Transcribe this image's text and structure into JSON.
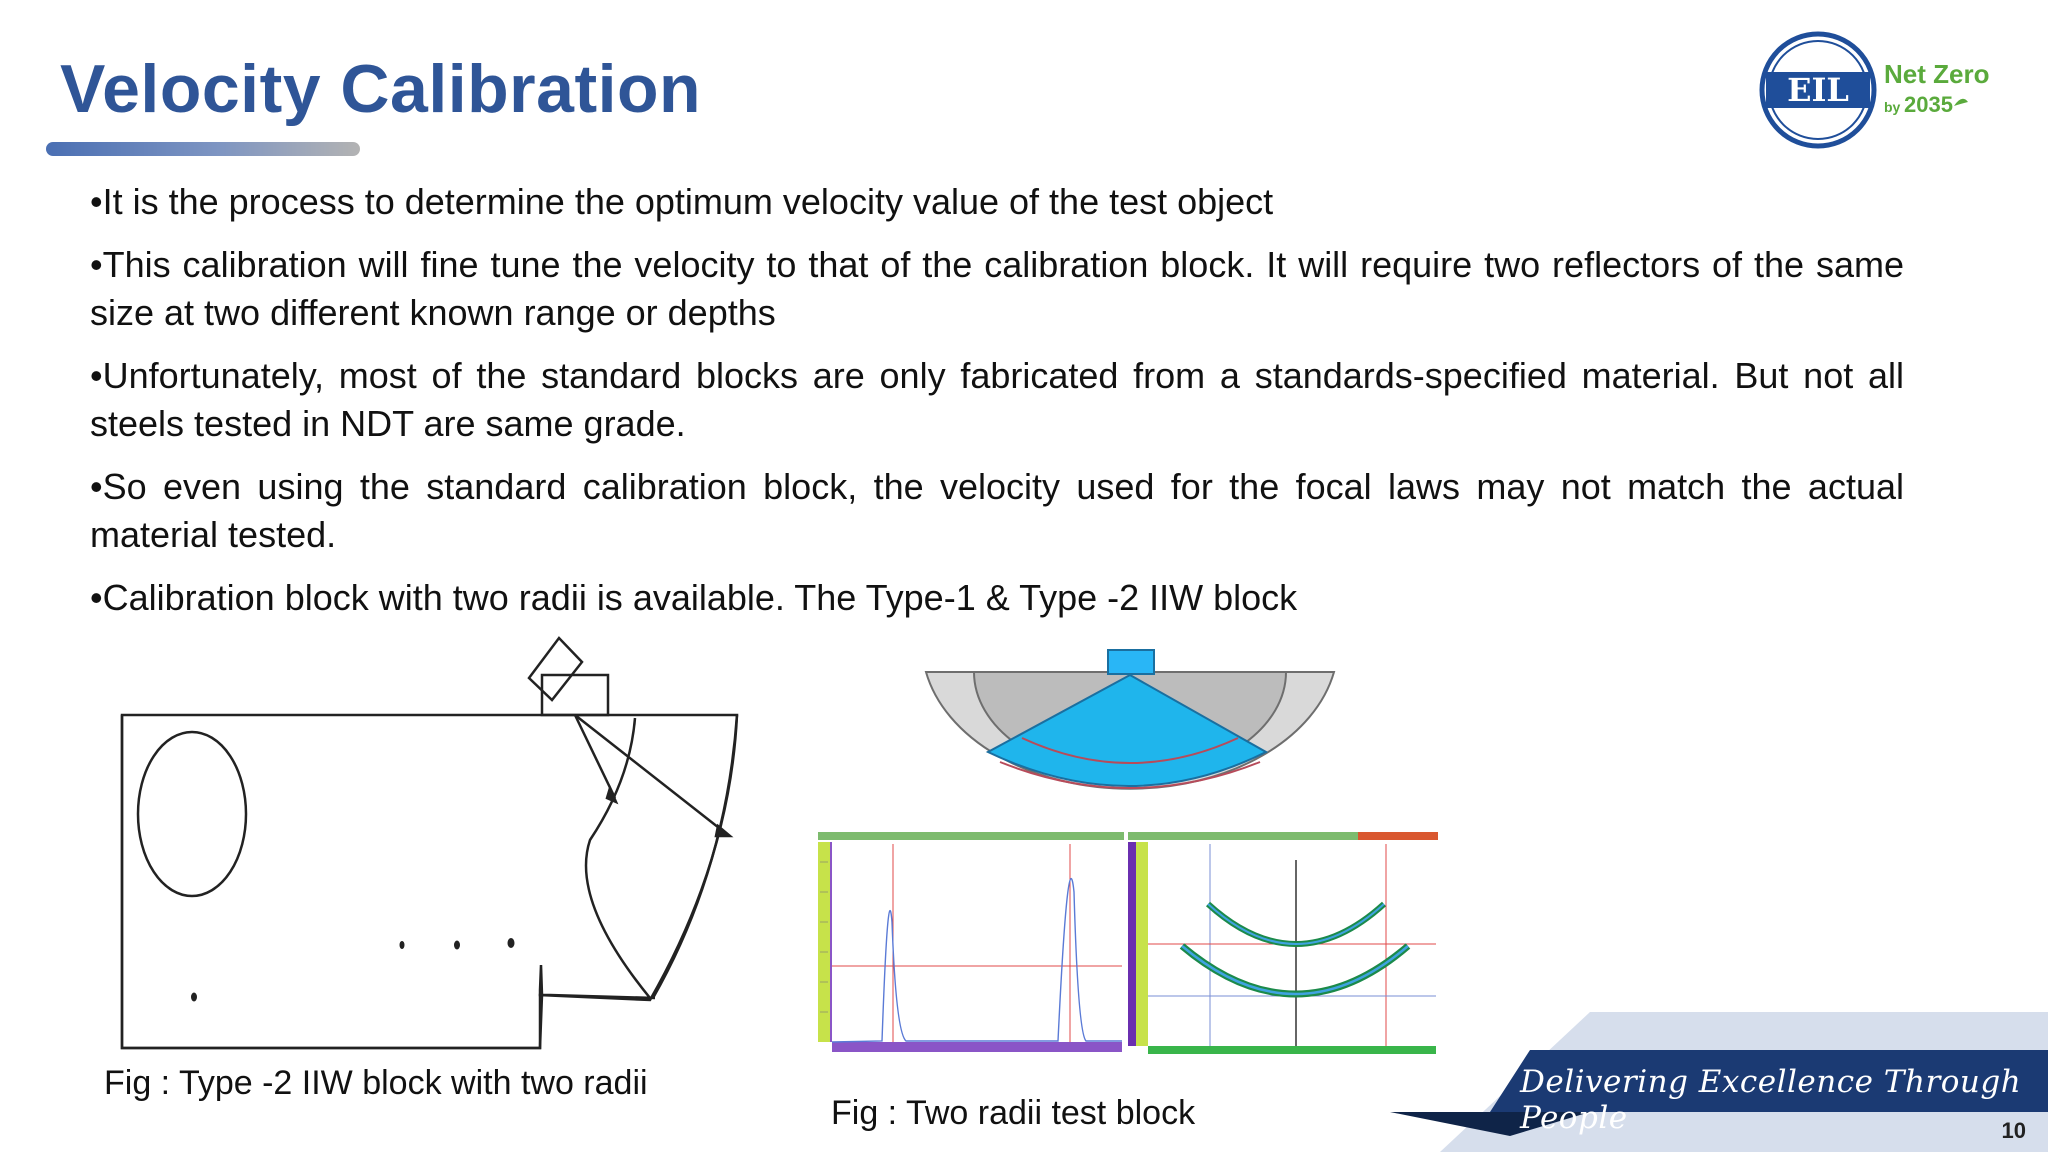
{
  "slide": {
    "title": "Velocity Calibration",
    "page_number": "10",
    "logo_text": "EIL",
    "net_zero_line1": "Net Zero",
    "net_zero_by": "by",
    "net_zero_year": "2035",
    "tagline": "Delivering Excellence Through People",
    "colors": {
      "title": "#2f5597",
      "logo_blue": "#1f4e9a",
      "net_zero_green": "#5aaa3c",
      "footer_navy": "#1b3a73",
      "footer_light": "#d6deec"
    }
  },
  "bullets": [
    "•It is the process to determine the optimum velocity value of the test object",
    "•This calibration will fine tune the velocity to that of the calibration block. It will  require two reflectors of the same size at two different known range or depths",
    "•Unfortunately,  most  of      the   standard         blocks        are    only   fabricated    from  a  standards-specified material. But not all steels tested in NDT are same grade.",
    "•So  even  using  the  standard  calibration  block,  the  velocity  used  for  the  focal  laws may not match the actual material tested.",
    "•Calibration block with two radii is available. The Type-1 & Type -2 IIW block"
  ],
  "figures": {
    "left_caption": "Fig : Type -2 IIW block with two radii",
    "right_caption": "Fig : Two radii test block"
  }
}
